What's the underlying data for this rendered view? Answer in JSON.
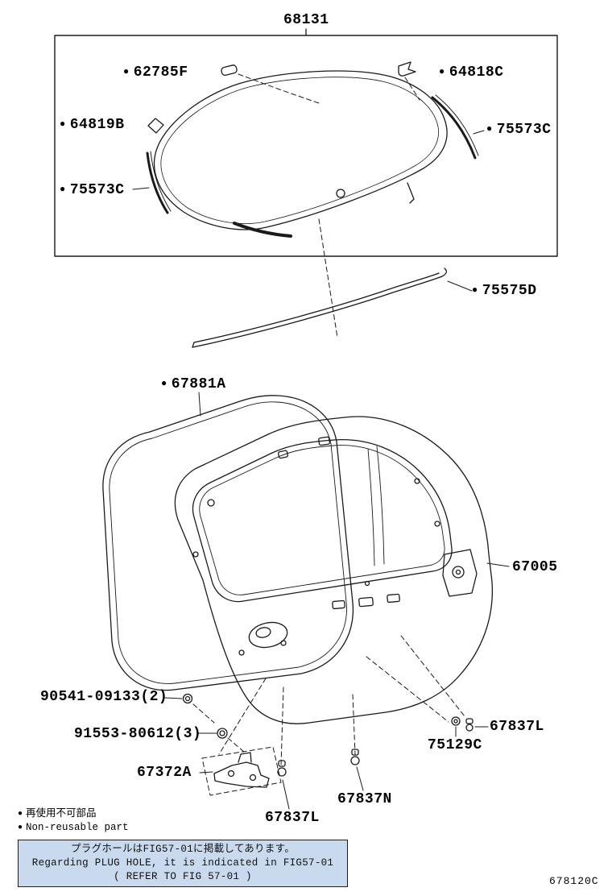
{
  "diagram": {
    "figure_code": "678120C",
    "icons": {
      "non_reusable_bullet": "●"
    },
    "parts": {
      "glass": "68131",
      "clip_top_left": "62785F",
      "clip_top_right": "64818C",
      "clip_left": "64819B",
      "molding_right": "75573C",
      "molding_left": "75573C",
      "molding_lower": "75575D",
      "weatherstrip": "67881A",
      "back_door_panel": "67005",
      "bolt": "90541-09133(2)",
      "grommet": "91553-80612(3)",
      "hinge": "67372A",
      "stopper_right": "67837L",
      "cover": "75129C",
      "cushion": "67837N",
      "stopper_bottom": "67837L"
    },
    "legend": {
      "jp": "再使用不可部品",
      "en": "Non-reusable part"
    },
    "note": {
      "bg_color": "#c9daee",
      "line1_jp": "プラグホールはFIG57-01に掲載してあります。",
      "line2_en": "Regarding PLUG HOLE, it is indicated in FIG57-01",
      "line3_en": "( REFER TO FIG 57-01 )"
    }
  }
}
